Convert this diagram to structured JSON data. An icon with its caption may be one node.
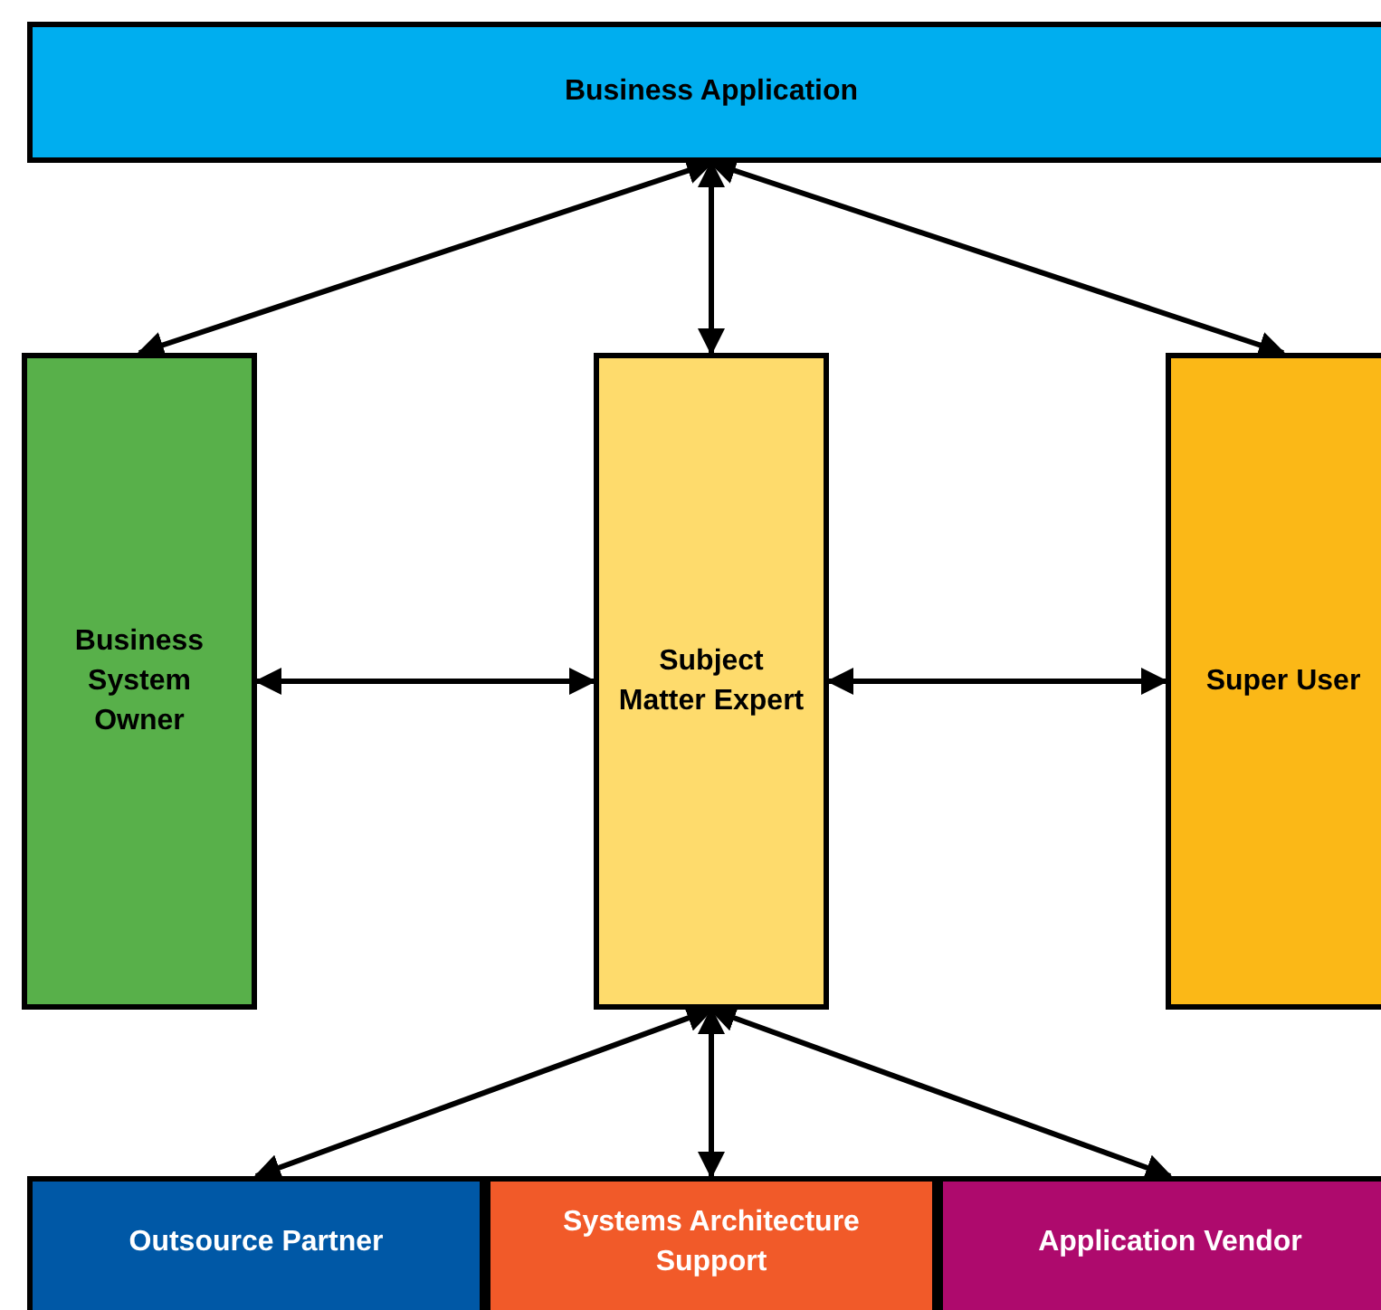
{
  "diagram": {
    "nodes": [
      {
        "text": [
          "Business Application"
        ]
      },
      {
        "text": [
          "Business System Owner"
        ]
      },
      {
        "text": [
          "Subject Matter Expert"
        ]
      },
      {
        "text": [
          "Super User"
        ]
      },
      {
        "text": [
          "Outsource Partner"
        ]
      },
      {
        "text": [
          "Systems Architecture Support"
        ]
      },
      {
        "text": [
          "Application Vendor"
        ]
      }
    ],
    "edges": [
      {
        "from": 0,
        "to": 1,
        "arrow": "both"
      },
      {
        "from": 0,
        "to": 2,
        "arrow": "both"
      },
      {
        "from": 0,
        "to": 3,
        "arrow": "both"
      },
      {
        "from": 1,
        "to": 2,
        "arrow": "both"
      },
      {
        "from": 2,
        "to": 3,
        "arrow": "both"
      },
      {
        "from": 2,
        "to": 4,
        "arrow": "both"
      },
      {
        "from": 2,
        "to": 5,
        "arrow": "both"
      },
      {
        "from": 2,
        "to": 6,
        "arrow": "both"
      }
    ]
  }
}
